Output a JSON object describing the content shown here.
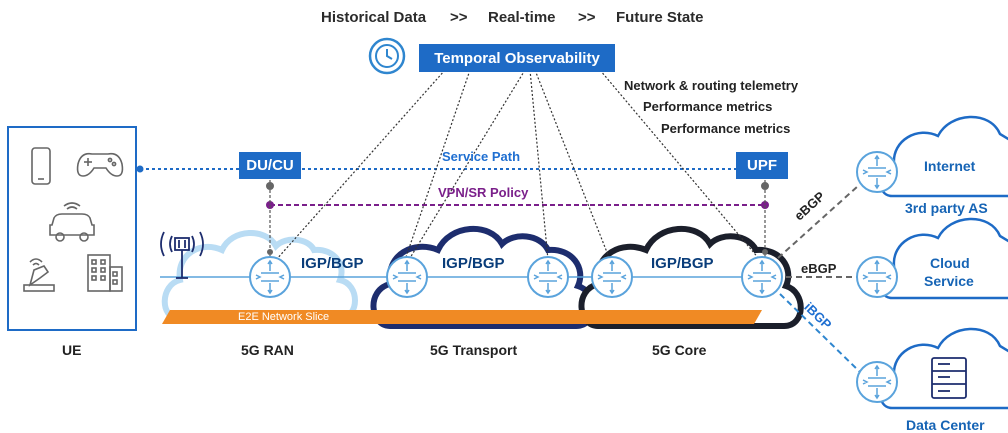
{
  "header": {
    "historical": "Historical Data",
    "sep1": ">>",
    "realtime": "Real-time",
    "sep2": ">>",
    "future": "Future State"
  },
  "observability": {
    "label": "Temporal Observability",
    "icon": "clock-icon"
  },
  "telemetry": {
    "line1": "Network & routing telemetry",
    "line2": "Performance metrics",
    "line3": "Performance metrics"
  },
  "paths": {
    "service_path": "Service Path",
    "vpn_policy": "VPN/SR Policy",
    "slice": "E2E Network Slice"
  },
  "nodes": {
    "ducu": "DU/CU",
    "upf": "UPF"
  },
  "igp": {
    "ran": "IGP/BGP",
    "transport": "IGP/BGP",
    "core": "IGP/BGP"
  },
  "domains": {
    "ue": "UE",
    "ran": "5G RAN",
    "transport": "5G Transport",
    "core": "5G Core"
  },
  "external": {
    "internet": "Internet",
    "third_party": "3rd party AS",
    "cloud_line1": "Cloud",
    "cloud_line2": "Service",
    "datacenter": "Data Center",
    "ebgp1": "eBGP",
    "ebgp2": "eBGP",
    "ibgp": "iBGP"
  },
  "colors": {
    "brand_blue": "#1e6bc6",
    "light_cloud": "#b9dcf4",
    "transport_navy": "#1d2d6e",
    "core_black": "#1b1f2b",
    "slice_orange": "#f08a24",
    "purple": "#7a1f8a",
    "router_stroke": "#5aa3dc"
  }
}
